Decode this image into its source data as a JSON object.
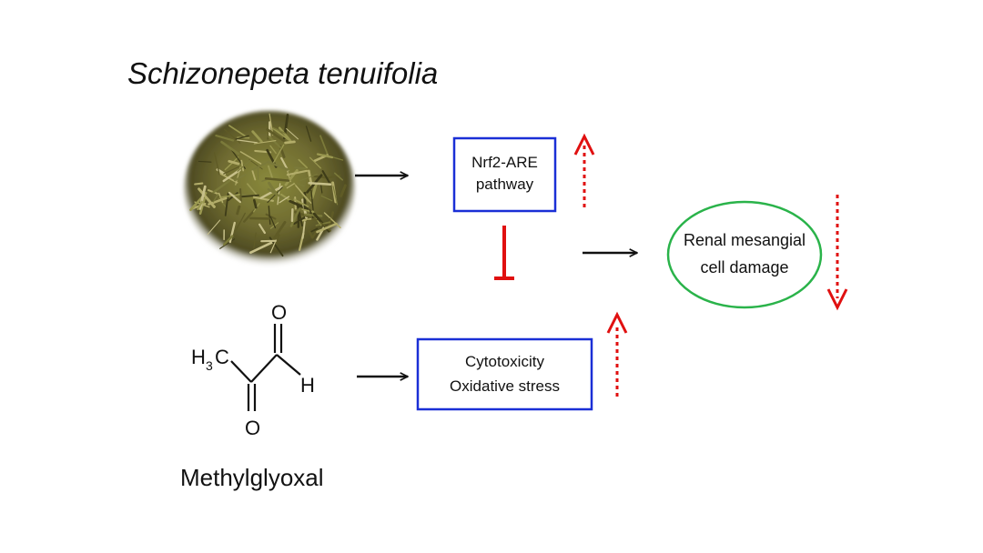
{
  "plant": {
    "name": "Schizonepeta tenuifolia",
    "image_icon": "dried-herb-photo"
  },
  "compound": {
    "name": "Methylglyoxal",
    "formula_left_main": "H",
    "formula_left_sub": "3",
    "formula_left_end": "C",
    "oxygen_top": "O",
    "oxygen_bottom": "O",
    "hydrogen": "H"
  },
  "boxes": {
    "nrf2_line1": "Nrf2-ARE",
    "nrf2_line2": "pathway",
    "stress_line1": "Cytotoxicity",
    "stress_line2": "Oxidative stress"
  },
  "outcome": {
    "line1": "Renal mesangial",
    "line2": "cell damage"
  },
  "colors": {
    "box_border": "#1a2fd6",
    "ellipse_border": "#2ab34a",
    "inhibit": "#e01010",
    "dotted_arrow": "#e01010",
    "arrow": "#111111"
  }
}
